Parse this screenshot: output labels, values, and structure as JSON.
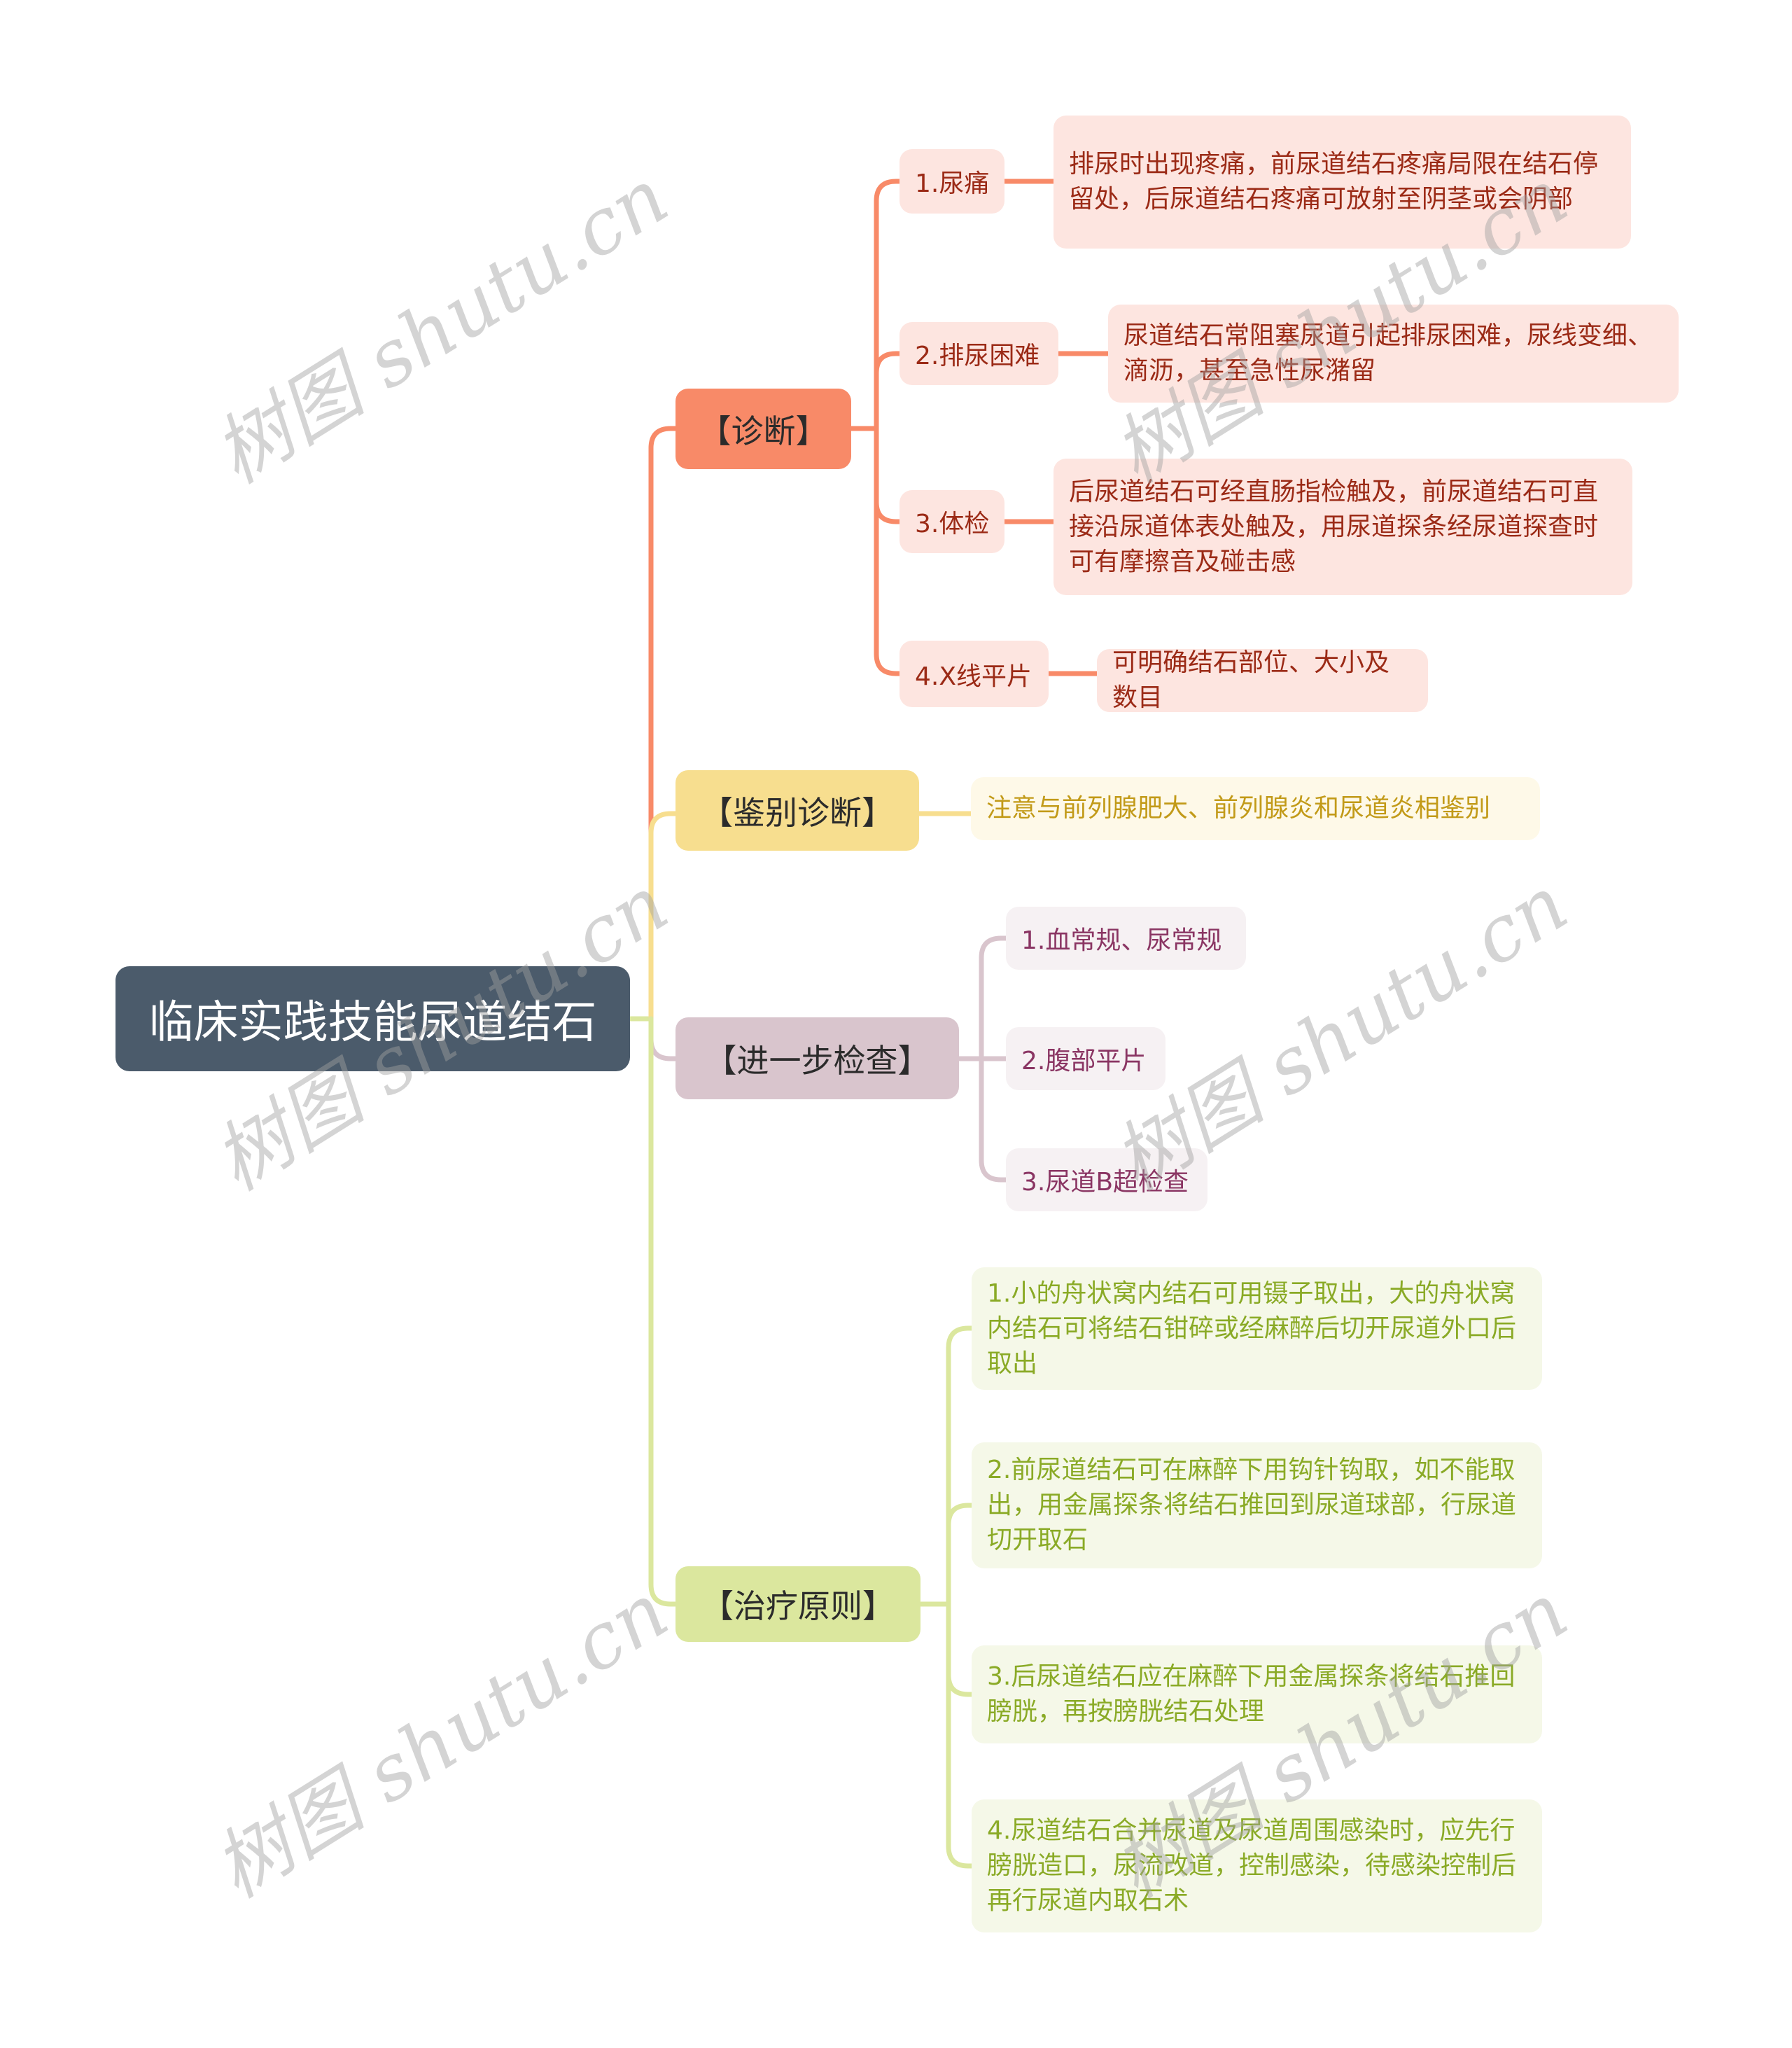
{
  "title": "临床实践技能尿道结石",
  "watermark": "树图 shutu.cn",
  "colors": {
    "root": "#4b5b6b",
    "diagnosis": "#f88a68",
    "differential": "#f7de8f",
    "further_exam": "#d9c5cd",
    "treatment": "#dbe79e"
  },
  "branches": [
    {
      "label": "【诊断】",
      "children": [
        {
          "label": "1.尿痛",
          "detail": "排尿时出现疼痛，前尿道结石疼痛局限在结石停留处，后尿道结石疼痛可放射至阴茎或会阴部"
        },
        {
          "label": "2.排尿困难",
          "detail": "尿道结石常阻塞尿道引起排尿困难，尿线变细、滴沥，甚至急性尿潴留"
        },
        {
          "label": "3.体检",
          "detail": "后尿道结石可经直肠指检触及，前尿道结石可直接沿尿道体表处触及，用尿道探条经尿道探查时可有摩擦音及碰击感"
        },
        {
          "label": "4.X线平片",
          "detail": "可明确结石部位、大小及数目"
        }
      ]
    },
    {
      "label": "【鉴别诊断】",
      "children": [
        {
          "label": "注意与前列腺肥大、前列腺炎和尿道炎相鉴别"
        }
      ]
    },
    {
      "label": "【进一步检查】",
      "children": [
        {
          "label": "1.血常规、尿常规"
        },
        {
          "label": "2.腹部平片"
        },
        {
          "label": "3.尿道B超检查"
        }
      ]
    },
    {
      "label": "【治疗原则】",
      "children": [
        {
          "label": "1.小的舟状窝内结石可用镊子取出，大的舟状窝内结石可将结石钳碎或经麻醉后切开尿道外口后取出"
        },
        {
          "label": "2.前尿道结石可在麻醉下用钩针钩取，如不能取出，用金属探条将结石推回到尿道球部，行尿道切开取石"
        },
        {
          "label": "3.后尿道结石应在麻醉下用金属探条将结石推回膀胱，再按膀胱结石处理"
        },
        {
          "label": "4.尿道结石合并尿道及尿道周围感染时，应先行膀胱造口，尿流改道，控制感染，待感染控制后再行尿道内取石术"
        }
      ]
    }
  ]
}
